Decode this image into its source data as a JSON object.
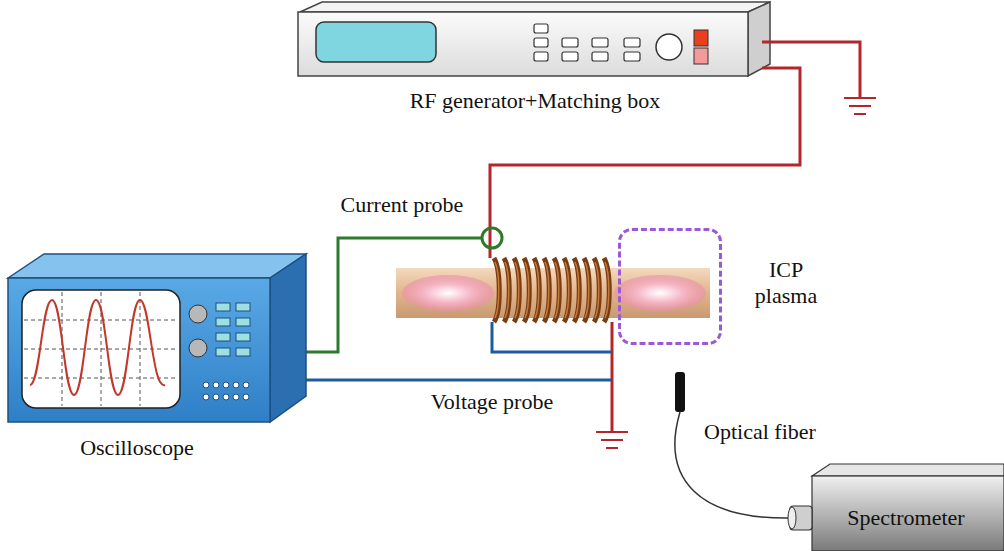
{
  "diagram": {
    "nodes": [
      {
        "text": [
          "RF generator+Matching box"
        ]
      },
      {
        "text": [
          "Oscilloscope"
        ]
      },
      {
        "text": [
          "ICP plasma"
        ]
      },
      {
        "text": [
          "Spectrometer"
        ]
      }
    ],
    "labels": [
      "Current probe",
      "Voltage probe",
      "Optical fiber"
    ]
  }
}
